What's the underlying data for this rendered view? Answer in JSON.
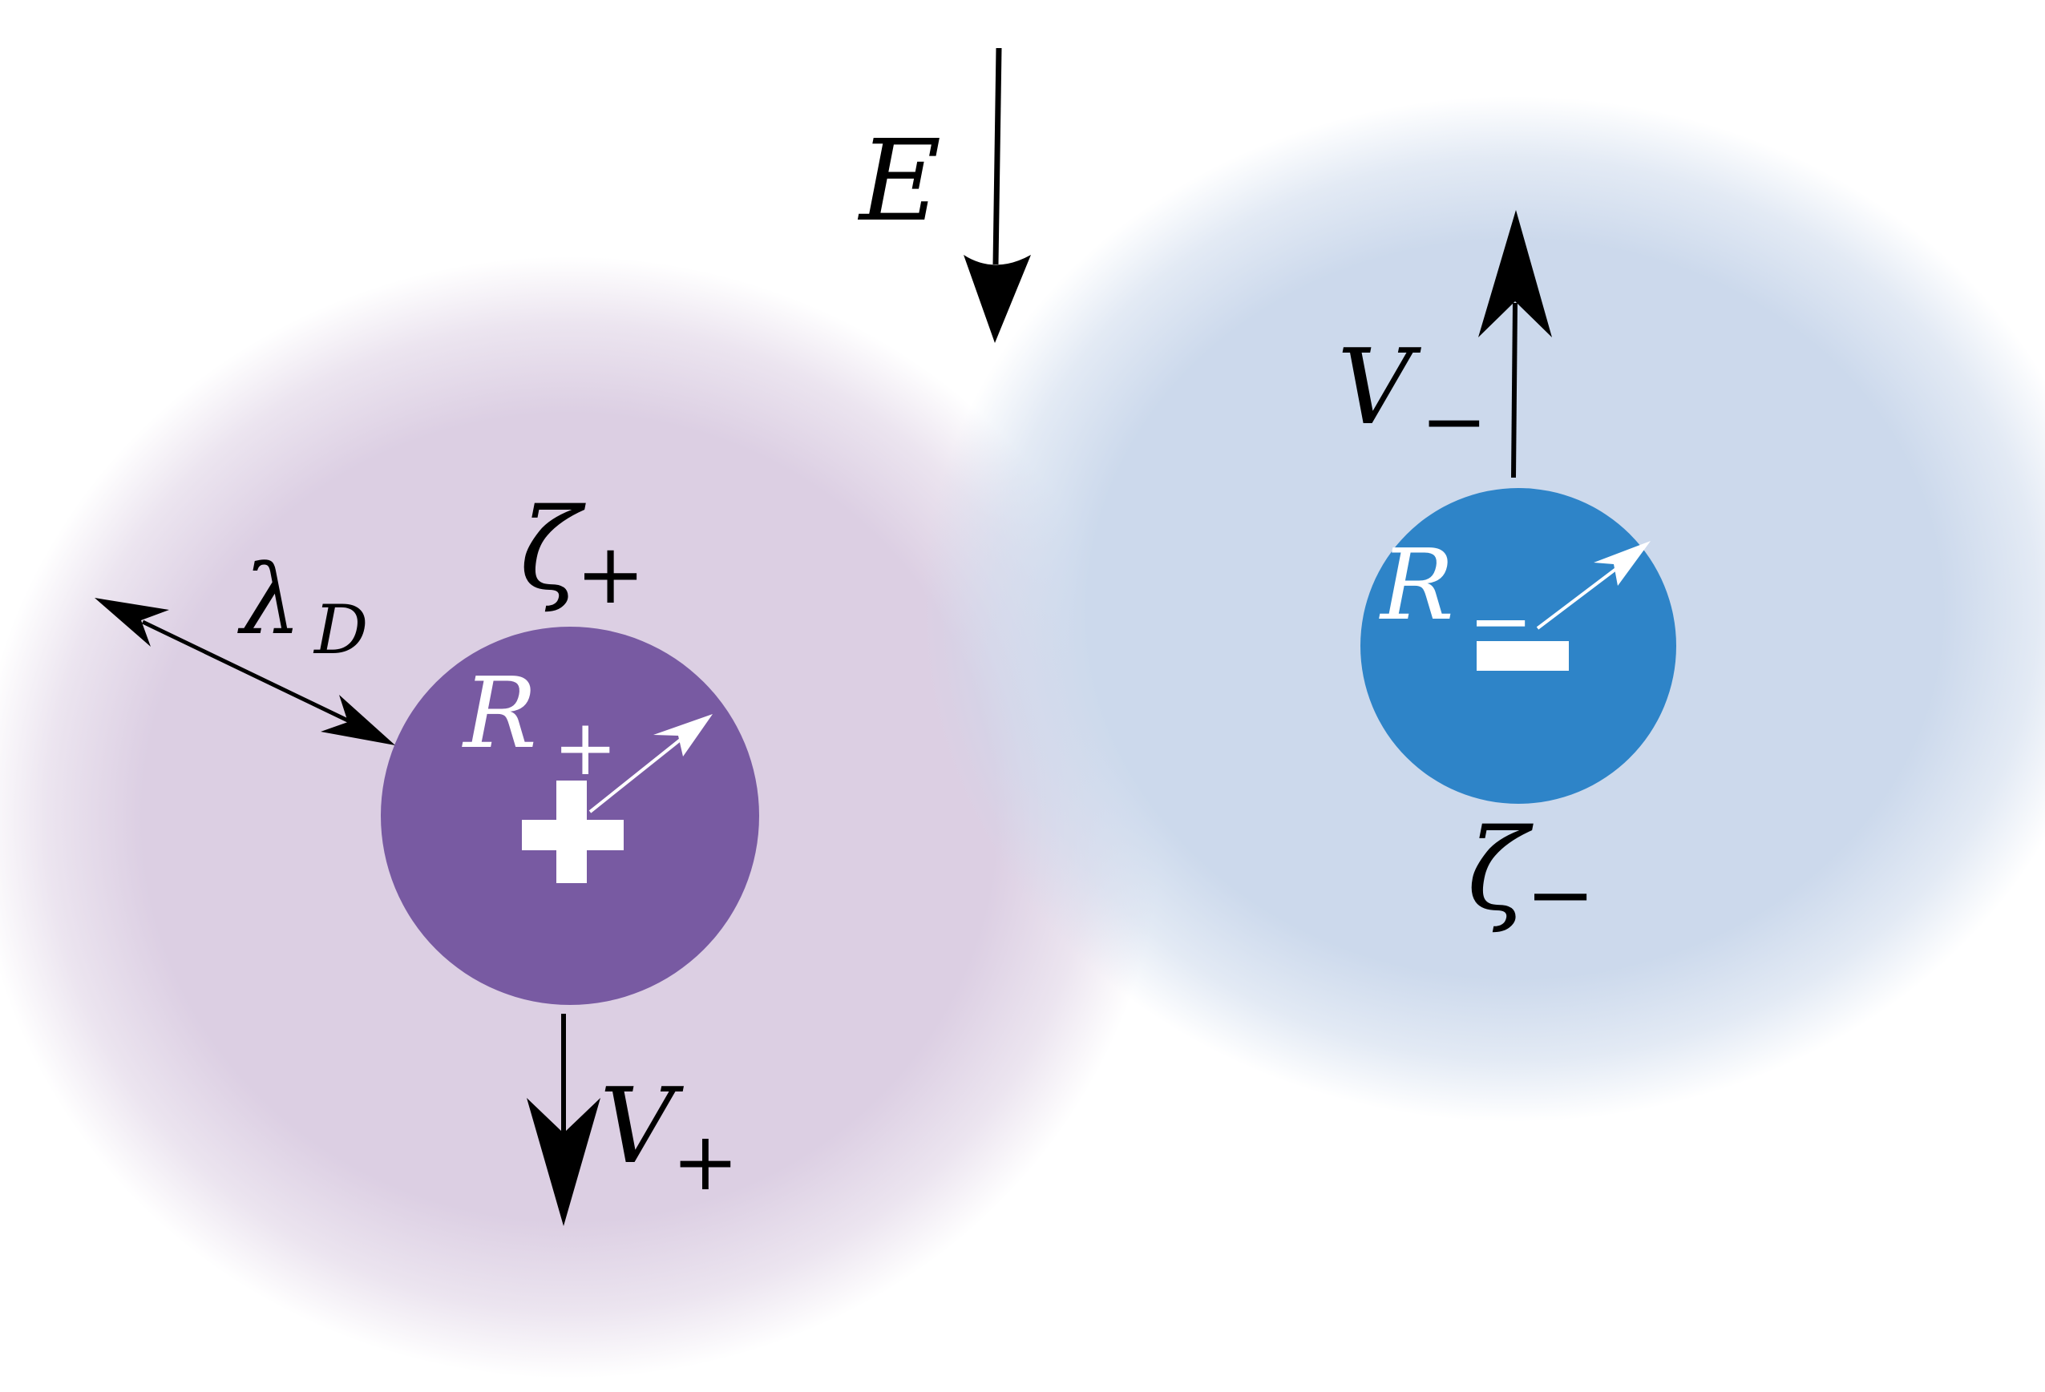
{
  "colors": {
    "background": "#ffffff",
    "positive_halo": "#dccfe3",
    "negative_halo": "#ccd9ec",
    "positive_particle": "#785aa2",
    "negative_particle": "#2e84c8",
    "arrow_dark": "#000000",
    "arrow_light": "#ffffff"
  },
  "labels": {
    "field": "E",
    "debye_length": {
      "base": "λ",
      "sub": "D"
    },
    "zeta_positive": {
      "base": "ζ",
      "sub": "+"
    },
    "zeta_negative": {
      "base": "ζ",
      "sub": "−"
    },
    "radius_positive": {
      "base": "R",
      "sub": "+"
    },
    "radius_negative": {
      "base": "R",
      "sub": "−"
    },
    "velocity_positive": {
      "base": "V",
      "sub": "+"
    },
    "velocity_negative": {
      "base": "V",
      "sub": "−"
    }
  },
  "particles": {
    "positive": {
      "charge_symbol": "plus-icon"
    },
    "negative": {
      "charge_symbol": "minus-icon"
    }
  }
}
